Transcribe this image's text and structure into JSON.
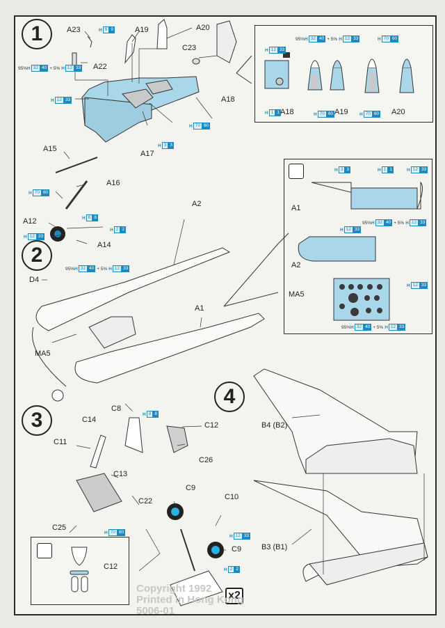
{
  "steps": [
    "1",
    "2",
    "3",
    "4"
  ],
  "multiplier": "x2",
  "paint_prefix": "H",
  "step1": {
    "parts": {
      "A23": "A23",
      "A19": "A19",
      "A20": "A20",
      "C23": "C23",
      "A22": "A22",
      "A18": "A18",
      "A17": "A17",
      "A15": "A15",
      "A16": "A16",
      "A12": "A12",
      "A14": "A14"
    },
    "paints": {
      "a23": {
        "c1": "9",
        "c2": "9"
      },
      "a22_mix": {
        "p1": "95%",
        "c1a": "32",
        "c2a": "40",
        "plus": "+ 5%",
        "c1b": "12",
        "c2b": "33"
      },
      "tub": {
        "c1": "12",
        "c2": "33"
      },
      "seat": {
        "c1": "70",
        "c2": "60"
      },
      "a17": {
        "c1": "3",
        "c2": "3"
      },
      "a16": {
        "c1": "70",
        "c2": "60"
      },
      "a16b": {
        "c1": "8",
        "c2": "8"
      },
      "tire": {
        "c1": "2",
        "c2": "2"
      },
      "hub": {
        "c1": "12",
        "c2": "33"
      }
    }
  },
  "detail1": {
    "parts": {
      "A18": "A18",
      "A19": "A19",
      "A20": "A20"
    },
    "paints": {
      "mix": {
        "p1": "95%",
        "c1a": "32",
        "c2a": "40",
        "plus": "+ 5%",
        "c1b": "12",
        "c2b": "33"
      },
      "a18_top": {
        "c1": "12",
        "c2": "33"
      },
      "a18_bottom": {
        "c1": "1",
        "c2": "1"
      },
      "a19": {
        "c1": "70",
        "c2": "60"
      },
      "a20_top": {
        "c1": "70",
        "c2": "60"
      },
      "a20_bottom": {
        "c1": "70",
        "c2": "60"
      }
    }
  },
  "step2": {
    "parts": {
      "A2": "A2",
      "D4": "D4",
      "A1": "A1",
      "MA5": "MA5"
    },
    "paints": {
      "d4_mix": {
        "p1": "95%",
        "c1a": "32",
        "c2a": "40",
        "plus": "+ 5%",
        "c1b": "12",
        "c2b": "33"
      }
    }
  },
  "detail2": {
    "parts": {
      "A1": "A1",
      "A2": "A2",
      "MA5": "MA5"
    },
    "paints": {
      "a1_left": {
        "c1": "3",
        "c2": "3"
      },
      "a1_mid": {
        "c1": "1",
        "c2": "1"
      },
      "a1_right": {
        "c1": "12",
        "c2": "33"
      },
      "a1_mix": {
        "p1": "95%",
        "c1a": "32",
        "c2a": "40",
        "plus": "+ 5%",
        "c1b": "12",
        "c2b": "33"
      },
      "a2": {
        "c1": "12",
        "c2": "33"
      },
      "ma5_right": {
        "c1": "12",
        "c2": "33"
      },
      "ma5_mix": {
        "p1": "95%",
        "c1a": "32",
        "c2a": "40",
        "plus": "+ 5%",
        "c1b": "12",
        "c2b": "33"
      }
    }
  },
  "step3": {
    "parts": {
      "C8": "C8",
      "C14": "C14",
      "C12": "C12",
      "C11": "C11",
      "C26": "C26",
      "C13": "C13",
      "C22": "C22",
      "C9a": "C9",
      "C10": "C10",
      "C25": "C25",
      "C9b": "C9",
      "C12_detail": "C12"
    },
    "paints": {
      "c8": {
        "c1": "8",
        "c2": "8"
      },
      "c25": {
        "c1": "70",
        "c2": "60"
      },
      "c9_hub": {
        "c1": "12",
        "c2": "33"
      },
      "c9_tire": {
        "c1": "2",
        "c2": "2"
      }
    }
  },
  "step4": {
    "parts": {
      "B4": "B4 (B2)",
      "B3": "B3 (B1)"
    }
  },
  "copyright": [
    "Copyright 1992",
    "Printed in Hong Kong",
    "5006-01"
  ],
  "colors": {
    "accent": "#1a8bc0",
    "part_blue": "#a9d6e8",
    "part_gray": "#c9c9c9",
    "ink": "#222222"
  }
}
